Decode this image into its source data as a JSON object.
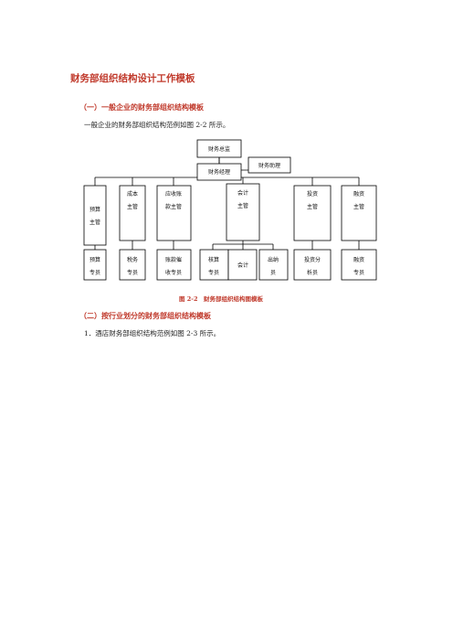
{
  "document": {
    "title": "财务部组织结构设计工作模板",
    "section1_heading": "（一）一般企业的财务部组织结构模板",
    "section1_intro": "一般企业的财务部组织结构范例如图 2-2 所示。",
    "figure_caption": "图 2-2　财务部组织结构图模板",
    "section2_heading": "（二）按行业划分的财务部组织结构模板",
    "item1": "1．酒店财务部组织结构范例如图 2-3 所示。"
  },
  "org_chart": {
    "top": [
      "财务总监"
    ],
    "manager": [
      "财务经理"
    ],
    "assistant": [
      "财务助理"
    ],
    "supervisors": {
      "budget": [
        "预算",
        "主管"
      ],
      "cost": [
        "成本",
        "主管"
      ],
      "receivable": [
        "应收账",
        "款主管"
      ],
      "accounting": [
        "会计",
        "主管"
      ],
      "investment": [
        "投资",
        "主管"
      ],
      "financing": [
        "融资",
        "主管"
      ]
    },
    "staff": {
      "budget": [
        "预算",
        "专员"
      ],
      "tax": [
        "税务",
        "专员"
      ],
      "collection": [
        "账款催",
        "收专员"
      ],
      "audit": [
        "核算",
        "专员"
      ],
      "accountant": [
        "会计"
      ],
      "cashier": [
        "出纳",
        "员"
      ],
      "invest_analyst": [
        "投资分",
        "析员"
      ],
      "financing_staff": [
        "融资",
        "专员"
      ]
    }
  }
}
